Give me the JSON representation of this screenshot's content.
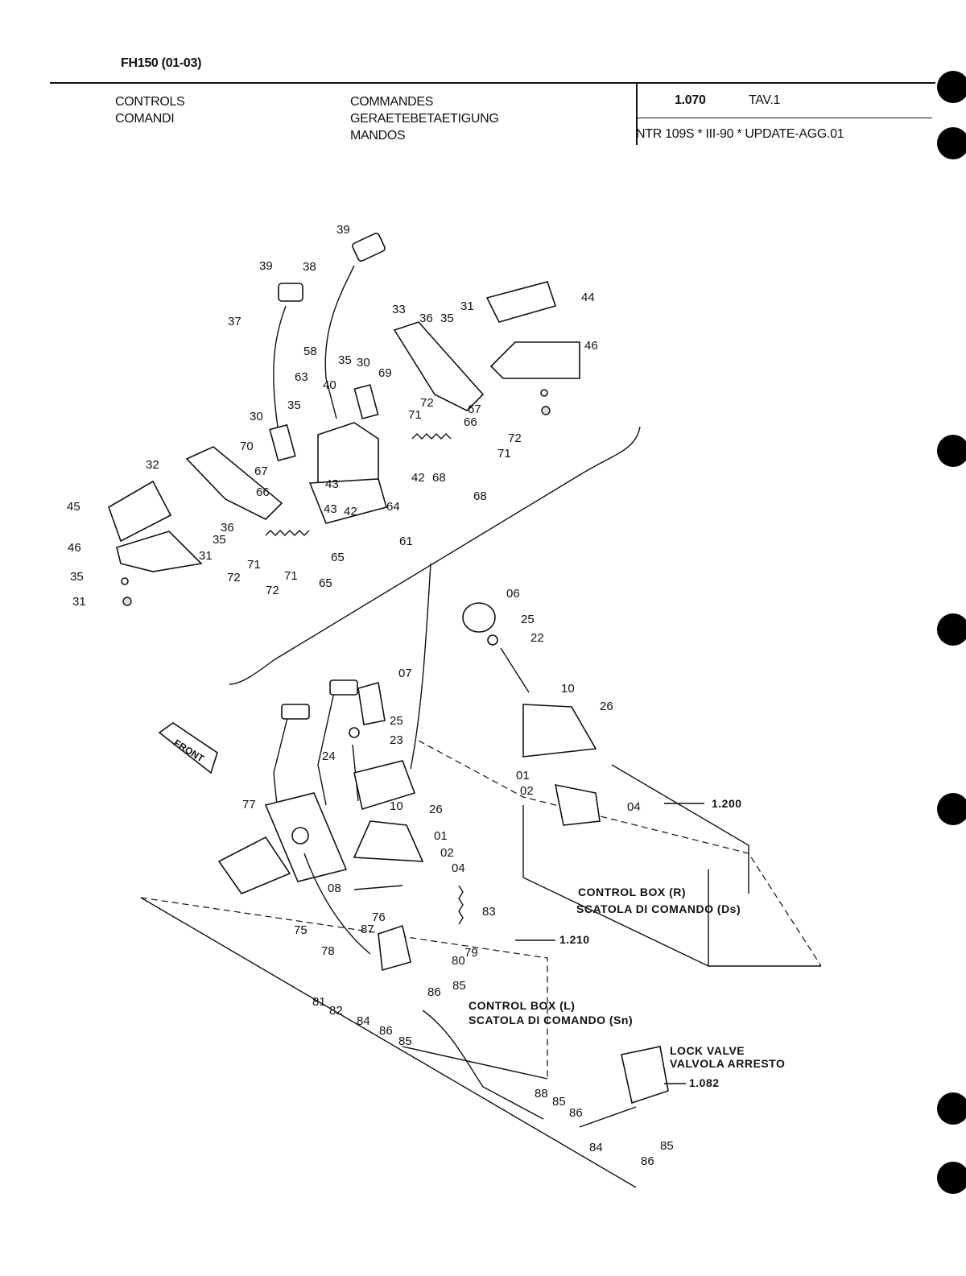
{
  "header": {
    "model": "FH150 (01-03)",
    "title_en": "CONTROLS",
    "title_it": "COMANDI",
    "title_fr": "COMMANDES",
    "title_de": "GERAETEBETAETIGUNG",
    "title_es": "MANDOS",
    "section": "1.070",
    "plate": "TAV.1",
    "revision": "NTR 109S * III-90 * UPDATE-AGG.01"
  },
  "diagram": {
    "callouts_upper": [
      "39",
      "39",
      "38",
      "37",
      "33",
      "36",
      "35",
      "31",
      "44",
      "46",
      "58",
      "63",
      "40",
      "35",
      "30",
      "69",
      "35",
      "30",
      "72",
      "71",
      "66",
      "67",
      "72",
      "71",
      "70",
      "32",
      "67",
      "66",
      "43",
      "42",
      "64",
      "61",
      "43",
      "42",
      "68",
      "65",
      "45",
      "46",
      "36",
      "35",
      "31",
      "35",
      "31",
      "72",
      "71",
      "71",
      "72",
      "68",
      "65"
    ],
    "callouts_lower": [
      "06",
      "25",
      "22",
      "10",
      "26",
      "01",
      "02",
      "04",
      "07",
      "25",
      "23",
      "24",
      "10",
      "26",
      "01",
      "02",
      "04",
      "77",
      "08",
      "83",
      "76",
      "87",
      "79",
      "80",
      "75",
      "78",
      "85",
      "86",
      "81",
      "82",
      "84",
      "86",
      "85",
      "88",
      "85",
      "86",
      "84",
      "85",
      "86"
    ],
    "front_label": "FRONT",
    "ref_1200": "1.200",
    "ref_1210": "1.210",
    "ref_1082": "1.082",
    "box_r_en": "CONTROL BOX (R)",
    "box_r_it": "SCATOLA DI COMANDO (Ds)",
    "box_l_en": "CONTROL BOX (L)",
    "box_l_it": "SCATOLA DI COMANDO (Sn)",
    "lock_en": "LOCK VALVE",
    "lock_it": "VALVOLA ARRESTO"
  }
}
